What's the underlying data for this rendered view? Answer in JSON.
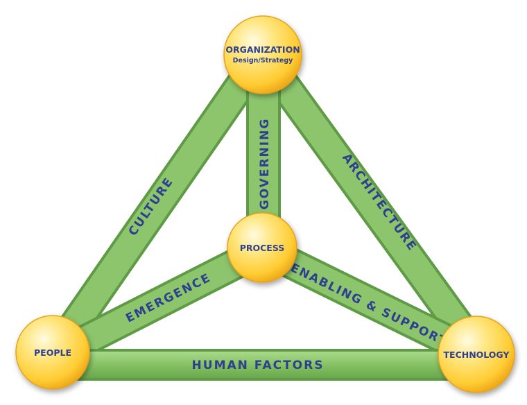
{
  "nodes": {
    "organization": {
      "title": "ORGANIZATION",
      "subtitle": "Design/Strategy"
    },
    "process": {
      "title": "PROCESS"
    },
    "people": {
      "title": "PEOPLE"
    },
    "technology": {
      "title": "TECHNOLOGY"
    }
  },
  "edges": {
    "culture": "CULTURE",
    "governing": "GOVERNING",
    "architecture": "ARCHITECTURE",
    "emergence": "EMERGENCE",
    "enabling_support": "ENABLING & SUPPORT",
    "human_factors": "HUMAN FACTORS"
  },
  "colors": {
    "bar_fill": "#8cc56b",
    "bar_edge": "#5f9a46",
    "node_highlight": "#fff6b8",
    "node_mid": "#ffd448",
    "node_edge": "#e6a21a",
    "text": "#2f3f8f"
  }
}
